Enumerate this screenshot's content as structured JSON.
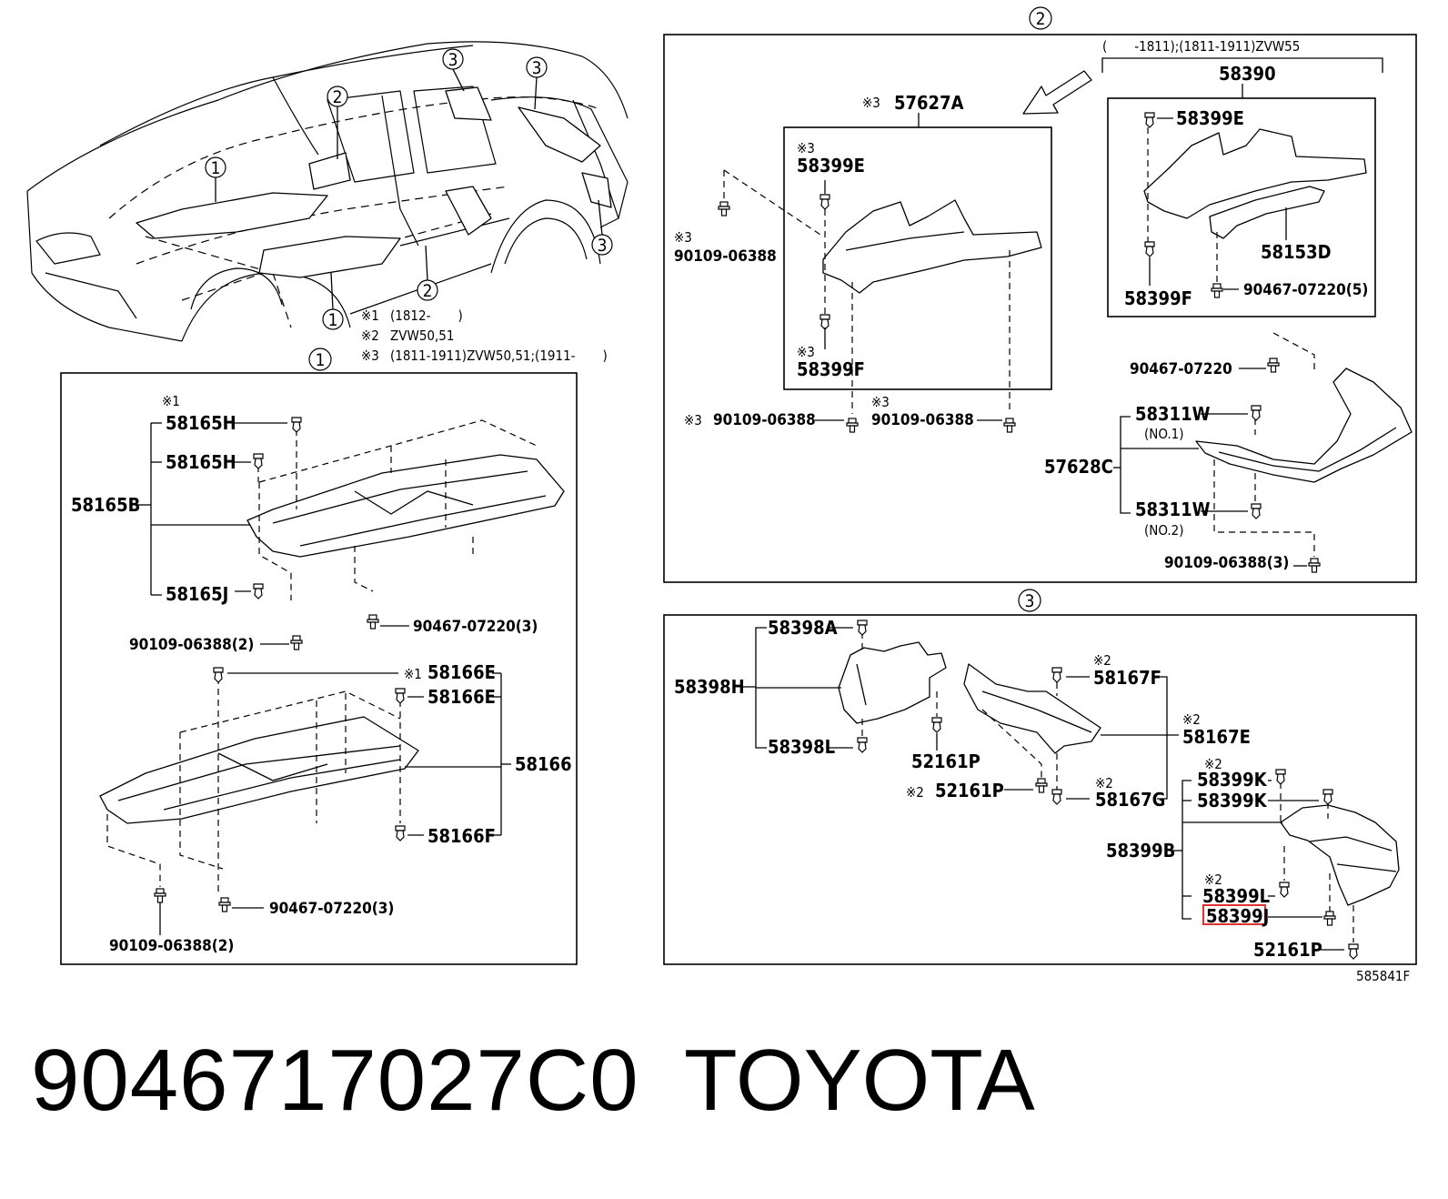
{
  "header": {
    "part_number": "9046717027C0",
    "brand": "TOYOTA"
  },
  "overview": {
    "callouts": {
      "c1": "1",
      "c2": "2",
      "c3": "3"
    },
    "notes": {
      "n1_mark": "※1",
      "n1_text": "(1812-　　)",
      "n2_mark": "※2",
      "n2_text": "ZVW50,51",
      "n3_mark": "※3",
      "n3_text": "(1811-1911)ZVW50,51;(1911-　　)"
    }
  },
  "section1": {
    "title": "1",
    "star1": "※1",
    "labels": {
      "p58165H_a": "58165H",
      "p58165H_b": "58165H",
      "p58165B": "58165B",
      "p58165J": "58165J",
      "p90467_a": "90467-07220(3)",
      "p90109_a": "90109-06388(2)",
      "p58166E_a_mark": "※1",
      "p58166E_a": "58166E",
      "p58166E_b": "58166E",
      "p58166": "58166",
      "p58166F": "58166F",
      "p90467_b": "90467-07220(3)",
      "p90109_b": "90109-06388(2)"
    }
  },
  "section2": {
    "title": "2",
    "labels": {
      "range_note": "(　　-1811);(1811-1911)ZVW55",
      "p58390": "58390",
      "p57627A_mark": "※3",
      "p57627A": "57627A",
      "p58399E_mark": "※3",
      "p58399E": "58399E",
      "p90109_l_mark": "※3",
      "p90109_l": "90109-06388",
      "p58399F_mark": "※3",
      "p58399F": "58399F",
      "p90109_b1_mark": "※3",
      "p90109_b1": "90109-06388",
      "p90109_b2_mark": "※3",
      "p90109_b2": "90109-06388",
      "p58399E_r": "58399E",
      "p58153D": "58153D",
      "p58399F_r": "58399F",
      "p90467_r": "90467-07220(5)",
      "p90467_m": "90467-07220",
      "p58311W_1": "58311W",
      "no1": "(NO.1)",
      "p57628C": "57628C",
      "p58311W_2": "58311W",
      "no2": "(NO.2)",
      "p90109_r": "90109-06388(3)"
    }
  },
  "section3": {
    "title": "3",
    "labels": {
      "p58398A": "58398A",
      "p58398H": "58398H",
      "p58398L": "58398L",
      "p52161P_a": "52161P",
      "p52161P_b_mark": "※2",
      "p52161P_b": "52161P",
      "p58167F_mark": "※2",
      "p58167F": "58167F",
      "p58167E_mark": "※2",
      "p58167E": "58167E",
      "p58167G_mark": "※2",
      "p58167G": "58167G",
      "p58399K_a_mark": "※2",
      "p58399K_a": "58399K",
      "p58399K_b": "58399K",
      "p58399B": "58399B",
      "p58399L_mark": "※2",
      "p58399L": "58399L",
      "p58399J": "58399J",
      "p52161P_c": "52161P"
    }
  },
  "footer": {
    "diagram_code": "585841F"
  },
  "colors": {
    "line": "#000000",
    "highlight": "#e03030",
    "background": "#ffffff"
  }
}
